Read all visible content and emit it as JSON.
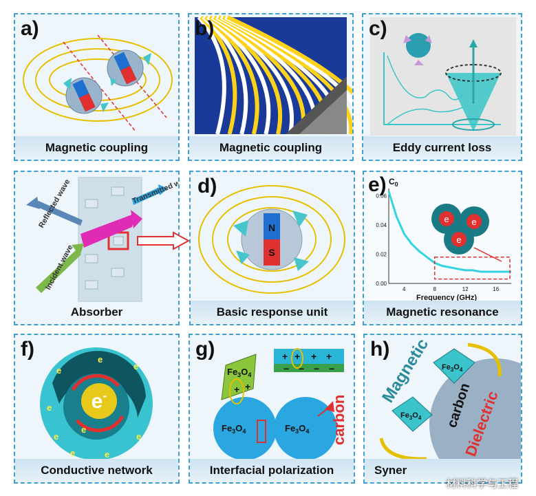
{
  "panels": {
    "a": {
      "letter": "a)",
      "caption": "Magnetic coupling"
    },
    "b": {
      "letter": "b)",
      "caption": "Magnetic coupling"
    },
    "c": {
      "letter": "c)",
      "caption": "Eddy current loss"
    },
    "absorber": {
      "caption": "Absorber",
      "reflected": "Reflected wave",
      "incident": "Incident wave",
      "transmitted": "Transmitted wave"
    },
    "d": {
      "letter": "d)",
      "caption": "Basic response unit",
      "north": "N",
      "south": "S"
    },
    "e": {
      "letter": "e)",
      "caption": "Magnetic resonance",
      "ylabel": "C",
      "ysub": "0",
      "yticks": [
        "0.06",
        "0.04",
        "0.02",
        "0.00"
      ],
      "xticks": [
        "4",
        "8",
        "12",
        "16"
      ],
      "xlabel": "Frequency (GHz)",
      "electron": "e"
    },
    "f": {
      "letter": "f)",
      "caption": "Conductive network",
      "electron": "e",
      "charge": "-"
    },
    "g": {
      "letter": "g)",
      "caption": "Interfacial polarization",
      "fe": "Fe",
      "fe_sub3": "3",
      "fe_o": "O",
      "fe_sub4": "4",
      "carbon": "carbon",
      "plus": "+",
      "minus": "−"
    },
    "h": {
      "letter": "h)",
      "caption": "Syner",
      "magnetic": "Magnetic",
      "carbon": "carbon",
      "dielectric": "Dielectric"
    }
  },
  "watermark": "材料科学与工程",
  "chart_data": {
    "type": "line",
    "title": "",
    "xlabel": "Frequency (GHz)",
    "ylabel": "C0",
    "xlim": [
      2,
      18
    ],
    "ylim": [
      0,
      0.065
    ],
    "series": [
      {
        "x": [
          2,
          3,
          4,
          5,
          6,
          7,
          8,
          9,
          10,
          11,
          12,
          13,
          14,
          15,
          16,
          17,
          18
        ],
        "y": [
          0.063,
          0.046,
          0.034,
          0.027,
          0.022,
          0.018,
          0.014,
          0.012,
          0.011,
          0.01,
          0.009,
          0.009,
          0.008,
          0.008,
          0.008,
          0.008,
          0.008
        ]
      }
    ],
    "colors": {
      "line": "#33d4e0",
      "highlight": "#e0302f"
    }
  }
}
